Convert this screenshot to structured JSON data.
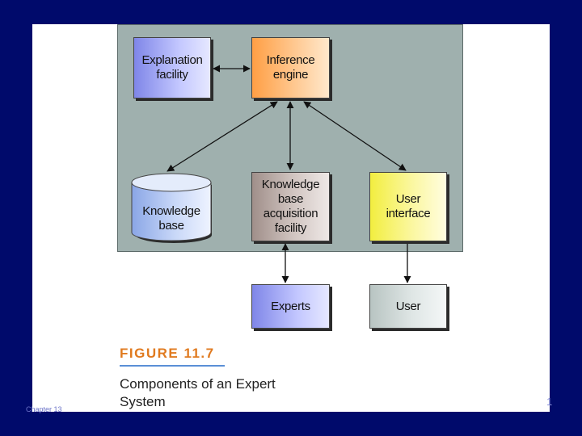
{
  "diagram": {
    "nodes": {
      "explanation_facility": "Explanation\nfacility",
      "inference_engine": "Inference\nengine",
      "knowledge_base": "Knowledge\nbase",
      "kb_acquisition": "Knowledge\nbase\nacquisition\nfacility",
      "user_interface": "User\ninterface",
      "experts": "Experts",
      "user": "User"
    },
    "edges": [
      {
        "from": "explanation_facility",
        "to": "inference_engine",
        "type": "bidirectional"
      },
      {
        "from": "inference_engine",
        "to": "knowledge_base",
        "type": "bidirectional"
      },
      {
        "from": "inference_engine",
        "to": "kb_acquisition",
        "type": "bidirectional"
      },
      {
        "from": "inference_engine",
        "to": "user_interface",
        "type": "bidirectional"
      },
      {
        "from": "kb_acquisition",
        "to": "experts",
        "type": "bidirectional"
      },
      {
        "from": "user_interface",
        "to": "user",
        "type": "directed"
      }
    ],
    "colors": {
      "panel": "#9fb0ae",
      "slide_background": "#000a6b",
      "figure_label": "#e07a1f"
    }
  },
  "caption": {
    "figure_number": "FIGURE 11.7",
    "text": "Components of an Expert System"
  },
  "footer": {
    "left": "Chapter 13",
    "right": "1"
  }
}
